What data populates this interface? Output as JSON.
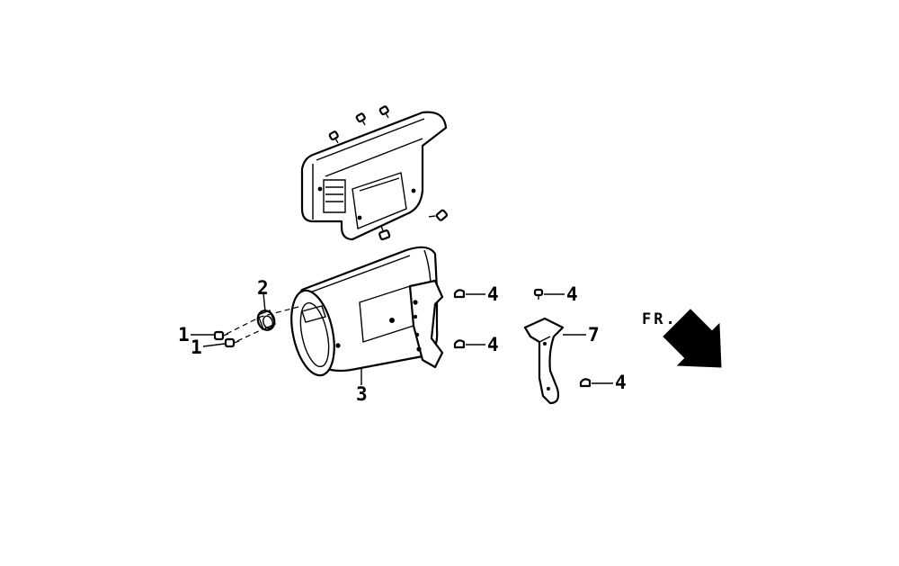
{
  "callouts": {
    "c1a": "1",
    "c1b": "1",
    "c2": "2",
    "c3": "3",
    "c4a": "4",
    "c4b": "4",
    "c4c": "4",
    "c4d": "4",
    "c7": "7"
  },
  "direction_label": "FR."
}
